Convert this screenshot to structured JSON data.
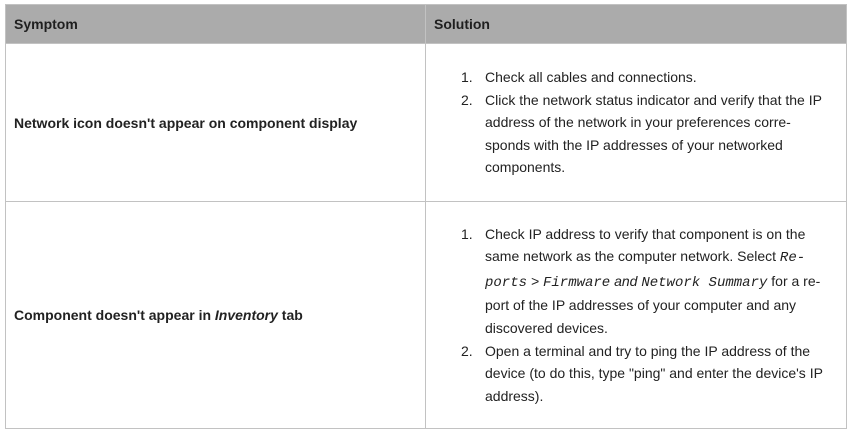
{
  "table": {
    "headers": {
      "symptom": "Symptom",
      "solution": "Solution"
    },
    "rows": [
      {
        "symptom": "Network icon doesn't appear on component display",
        "steps": [
          {
            "num": "1.",
            "text": "Check all cables and connections."
          },
          {
            "num": "2.",
            "text": "Click the network status indicator and verify that the IP address of the network in your preferences corre-sponds with the IP addresses of your networked components."
          }
        ]
      },
      {
        "symptom_pre": "Component doesn't appear in ",
        "symptom_em": "Inventory",
        "symptom_post": " tab",
        "steps": [
          {
            "num": "1.",
            "text_pre": "Check IP address to verify that component is on the same network as the computer network. Select ",
            "menu_reports": "Re-ports",
            "menu_sep": " > ",
            "menu_firmware": "Firmware",
            "menu_and": " and ",
            "menu_network": "Network",
            "menu_summary": " Summary",
            "text_post": " for a re-port of the IP addresses of your computer and any discovered devices."
          },
          {
            "num": "2.",
            "text": "Open a terminal and try to ping the IP address of the device (to do this, type \"ping\" and enter the device's IP address)."
          }
        ]
      }
    ]
  },
  "colors": {
    "header_bg": "#ababab",
    "border": "#c2c2c2",
    "text": "#222222"
  }
}
